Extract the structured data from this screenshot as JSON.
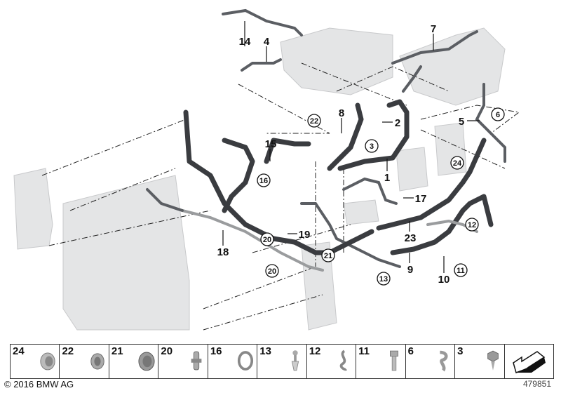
{
  "diagram": {
    "callouts": [
      {
        "num": "14",
        "circled": false
      },
      {
        "num": "4",
        "circled": false
      },
      {
        "num": "7",
        "circled": false
      },
      {
        "num": "5",
        "circled": false
      },
      {
        "num": "6",
        "circled": true
      },
      {
        "num": "22",
        "circled": true
      },
      {
        "num": "8",
        "circled": false
      },
      {
        "num": "2",
        "circled": false
      },
      {
        "num": "3",
        "circled": true
      },
      {
        "num": "15",
        "circled": false
      },
      {
        "num": "16",
        "circled": true
      },
      {
        "num": "1",
        "circled": false
      },
      {
        "num": "24",
        "circled": true
      },
      {
        "num": "17",
        "circled": false
      },
      {
        "num": "12",
        "circled": true
      },
      {
        "num": "23",
        "circled": false
      },
      {
        "num": "19",
        "circled": false
      },
      {
        "num": "20",
        "circled": true
      },
      {
        "num": "18",
        "circled": false
      },
      {
        "num": "21",
        "circled": true
      },
      {
        "num": "20",
        "circled": true
      },
      {
        "num": "13",
        "circled": true
      },
      {
        "num": "9",
        "circled": false
      },
      {
        "num": "10",
        "circled": false
      },
      {
        "num": "11",
        "circled": true
      }
    ]
  },
  "parts_strip": [
    {
      "num": "24",
      "icon": "hose-clamp-icon"
    },
    {
      "num": "22",
      "icon": "hose-connector-icon"
    },
    {
      "num": "21",
      "icon": "hose-clamp-icon"
    },
    {
      "num": "20",
      "icon": "bracket-clip-icon"
    },
    {
      "num": "16",
      "icon": "hose-clamp-icon"
    },
    {
      "num": "13",
      "icon": "expanding-rivet-icon"
    },
    {
      "num": "12",
      "icon": "pipe-clip-icon"
    },
    {
      "num": "11",
      "icon": "screw-icon"
    },
    {
      "num": "6",
      "icon": "cable-tie-clip-icon"
    },
    {
      "num": "3",
      "icon": "hex-screw-icon"
    },
    {
      "num": "",
      "icon": "direction-arrow-icon"
    }
  ],
  "footer": {
    "copyright": "© 2016 BMW AG",
    "diagram_number": "479851"
  }
}
